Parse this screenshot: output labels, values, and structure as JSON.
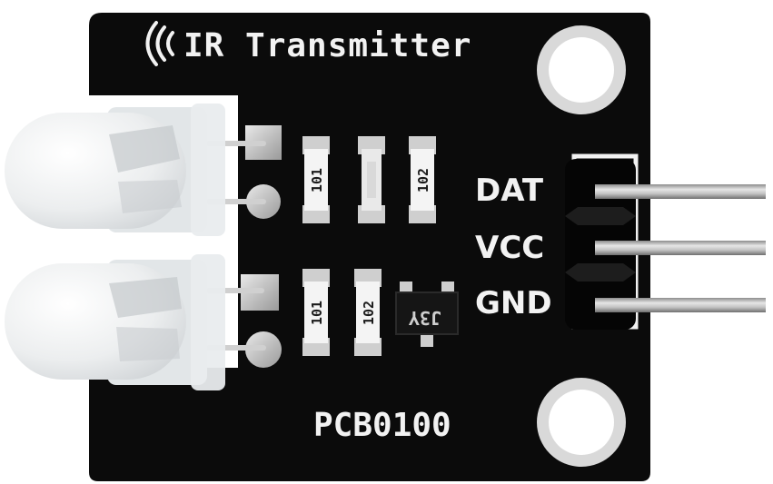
{
  "board": {
    "title": "IR Transmitter",
    "part_number": "PCB0100",
    "pins": [
      "DAT",
      "VCC",
      "GND"
    ],
    "resistor_codes": [
      "101",
      "102",
      "101",
      "102"
    ],
    "transistor_code": "J3Y",
    "icons": [
      "wireless-signal-icon"
    ],
    "colors": {
      "pcb": "#0b0b0b",
      "silkscreen": "#f2f2f2",
      "pad": "#c9c9c9",
      "pin": "#b8b8b8",
      "led": "#eef0f1"
    }
  }
}
